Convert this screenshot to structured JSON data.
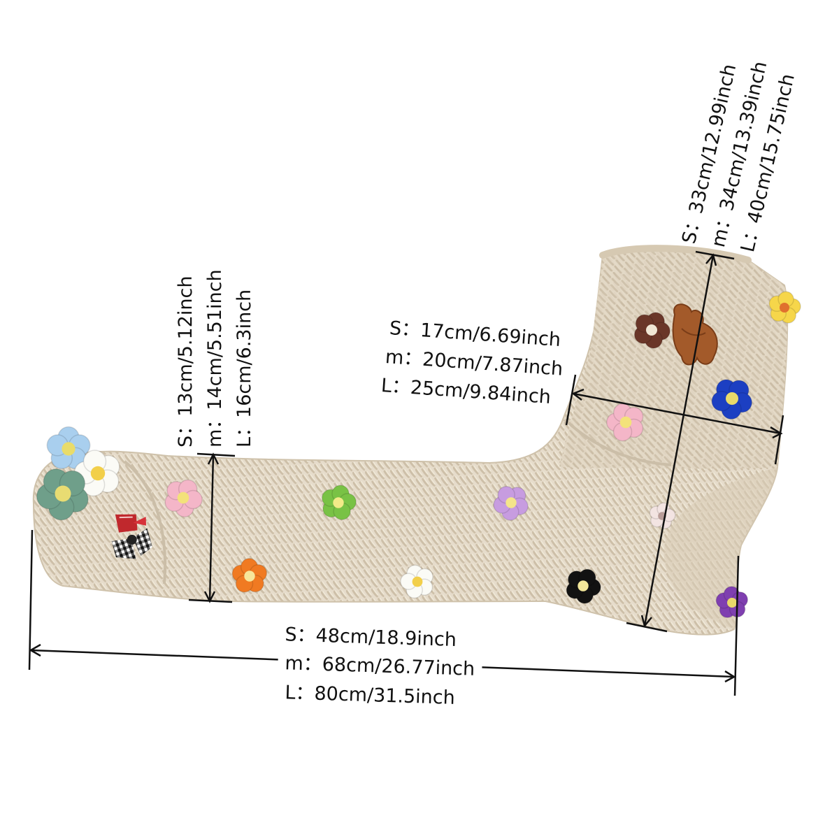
{
  "colors": {
    "background": "#ffffff",
    "sock_base": "#e6dccb",
    "sock_shadow": "#d2c6b1",
    "knit_rib": "#c8bba4",
    "measure_line": "#111111"
  },
  "product": {
    "name": "cream chunky knit sock with crochet flowers",
    "icon": "sock-icon",
    "flowers": [
      "light-blue",
      "white",
      "sage-green",
      "pink",
      "green",
      "orange",
      "white",
      "lavender",
      "black",
      "pale-pink",
      "purple",
      "pink",
      "royal-blue",
      "brown",
      "yellow"
    ],
    "charms": [
      "gingham-bow",
      "brown-bear"
    ]
  },
  "measurements": {
    "length": {
      "s": "S：48cm/18.9inch",
      "m": "m：68cm/26.77inch",
      "l": "L：80cm/31.5inch"
    },
    "foot_width": {
      "s": "S：13cm/5.12inch",
      "m": "m：14cm/5.51inch",
      "l": "L：16cm/6.3inch"
    },
    "ankle_width": {
      "s": "S：17cm/6.69inch",
      "m": "m：20cm/7.87inch",
      "l": "L：25cm/9.84inch"
    },
    "leg_height": {
      "s": "S：33cm/12.99inch",
      "m": "m：34cm/13.39inch",
      "l": "L：40cm/15.75inch"
    }
  }
}
